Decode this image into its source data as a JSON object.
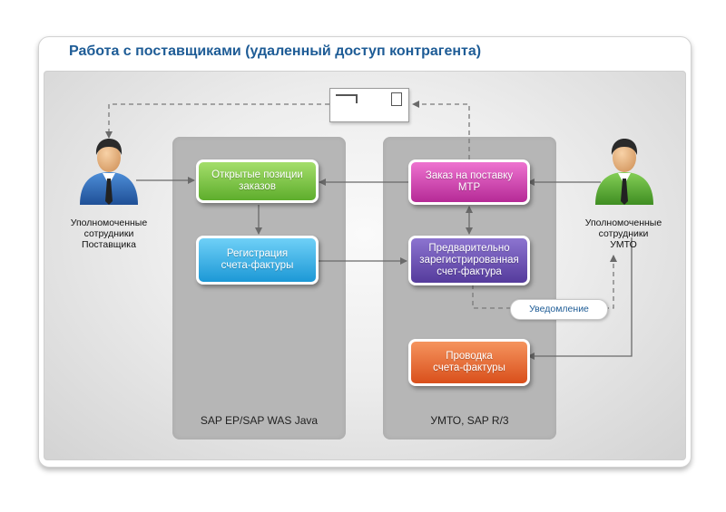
{
  "title": "Работа с поставщиками (удаленный доступ контрагента)",
  "columns": {
    "left_label": "SAP EP/SAP WAS Java",
    "right_label": "УМТО, SAP R/3"
  },
  "boxes": {
    "open_orders": "Открытые позиции\nзаказов",
    "invoice_registration": "Регистрация\nсчета-фактуры",
    "purchase_order": "Заказ на поставку\nМТР",
    "preregistered_invoice": "Предварительно\nзарегистрированная\nсчет-фактура",
    "invoice_posting": "Проводка\nсчета-фактуры"
  },
  "people": {
    "supplier": "Уполномоченные\nсотрудники\nПоставщика",
    "umto": "Уполномоченные\nсотрудники\nУМТО"
  },
  "notification": "Уведомление",
  "colors": {
    "title": "#1e5c96",
    "green": "#6fbf3a",
    "blue": "#29a6e0",
    "pink": "#c93aa6",
    "purple": "#5e45a8",
    "orange": "#e2602a",
    "person_blue": "#2f6fbd",
    "person_green": "#5fb035"
  },
  "icons": [
    "envelope-icon",
    "person-icon"
  ]
}
